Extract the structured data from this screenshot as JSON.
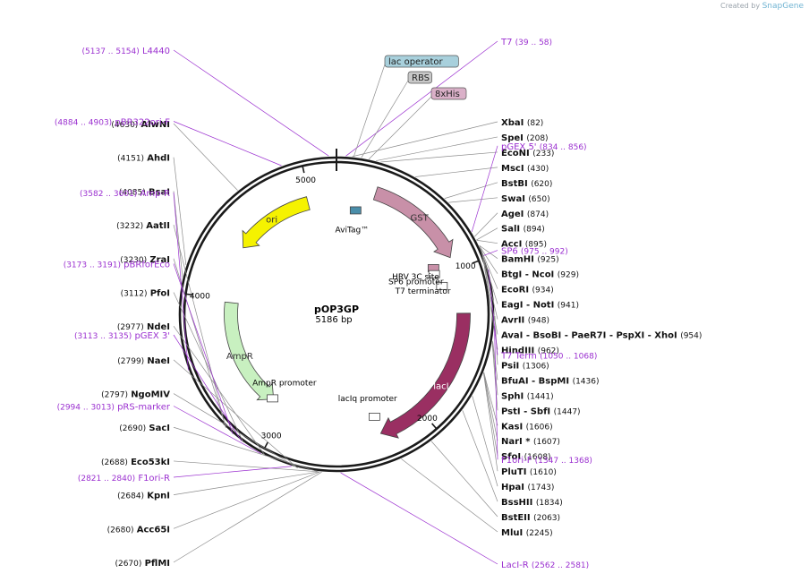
{
  "credit": {
    "prefix": "Created by",
    "brand": "SnapGene"
  },
  "plasmid": {
    "name": "pOP3GP",
    "length": "5186 bp",
    "total_bp": 5186
  },
  "features": [
    {
      "name": "GST",
      "start": 258,
      "end": 915,
      "color": "#c890a8",
      "label_color": "#333333"
    },
    {
      "name": "lacI",
      "start": 1290,
      "end": 2300,
      "color": "#9a2f62",
      "label_color": "#ffffff"
    },
    {
      "name": "ori",
      "start": 4400,
      "end": 4980,
      "color": "#f5f200",
      "label_color": "#333333"
    },
    {
      "name": "AmpR",
      "start": 3120,
      "end": 3980,
      "color": "#c8f0c0",
      "label_color": "#333333"
    }
  ],
  "feature_labels": {
    "avitag": "AviTag™",
    "hrv": "HRV 3C site",
    "sp6_promoter": "SP6 promoter",
    "t7_terminator": "T7 terminator",
    "laciq_promoter": "lacIq promoter",
    "ampr_promoter": "AmpR promoter"
  },
  "ticks": [
    "1000",
    "2000",
    "3000",
    "4000",
    "5000"
  ],
  "enzymes_right": [
    {
      "name": "XbaI",
      "pos": "(82)"
    },
    {
      "name": "SpeI",
      "pos": "(208)"
    },
    {
      "name": "EcoNI",
      "pos": "(233)"
    },
    {
      "name": "MscI",
      "pos": "(430)"
    },
    {
      "name": "BstBI",
      "pos": "(620)"
    },
    {
      "name": "SwaI",
      "pos": "(650)"
    },
    {
      "name": "AgeI",
      "pos": "(874)"
    },
    {
      "name": "SalI",
      "pos": "(894)"
    },
    {
      "name": "AccI",
      "pos": "(895)"
    },
    {
      "name": "BamHI",
      "pos": "(925)"
    },
    {
      "name": "BtgI - NcoI",
      "pos": "(929)"
    },
    {
      "name": "EcoRI",
      "pos": "(934)"
    },
    {
      "name": "EagI - NotI",
      "pos": "(941)"
    },
    {
      "name": "AvrII",
      "pos": "(948)"
    },
    {
      "name": "AvaI - BsoBI - PaeR7I - PspXI - XhoI",
      "pos": "(954)"
    },
    {
      "name": "HindIII",
      "pos": "(962)"
    },
    {
      "name": "PsiI",
      "pos": "(1306)"
    },
    {
      "name": "BfuAI - BspMI",
      "pos": "(1436)"
    },
    {
      "name": "SphI",
      "pos": "(1441)"
    },
    {
      "name": "PstI - SbfI",
      "pos": "(1447)"
    },
    {
      "name": "KasI",
      "pos": "(1606)"
    },
    {
      "name": "NarI *",
      "pos": "(1607)"
    },
    {
      "name": "SfoI",
      "pos": "(1608)"
    },
    {
      "name": "PluTI",
      "pos": "(1610)"
    },
    {
      "name": "HpaI",
      "pos": "(1743)"
    },
    {
      "name": "BssHII",
      "pos": "(1834)"
    },
    {
      "name": "BstEII",
      "pos": "(2063)"
    },
    {
      "name": "MluI",
      "pos": "(2245)"
    }
  ],
  "enzymes_left": [
    {
      "name": "PflMI",
      "pos": "(2670)"
    },
    {
      "name": "Acc65I",
      "pos": "(2680)"
    },
    {
      "name": "KpnI",
      "pos": "(2684)"
    },
    {
      "name": "Eco53kI",
      "pos": "(2688)"
    },
    {
      "name": "SacI",
      "pos": "(2690)"
    },
    {
      "name": "NgoMIV",
      "pos": "(2797)"
    },
    {
      "name": "NaeI",
      "pos": "(2799)"
    },
    {
      "name": "NdeI",
      "pos": "(2977)"
    },
    {
      "name": "PfoI",
      "pos": "(3112)"
    },
    {
      "name": "ZraI",
      "pos": "(3230)"
    },
    {
      "name": "AatII",
      "pos": "(3232)"
    },
    {
      "name": "BsaI",
      "pos": "(4085)"
    },
    {
      "name": "AhdI",
      "pos": "(4151)"
    },
    {
      "name": "AlwNI",
      "pos": "(4630)"
    }
  ],
  "primers": [
    {
      "name": "T7",
      "pos": "(39 .. 58)"
    },
    {
      "name": "pGEX 5'",
      "pos": "(834 .. 856)"
    },
    {
      "name": "SP6",
      "pos": "(975 .. 992)"
    },
    {
      "name": "T7 Term",
      "pos": "(1050 .. 1068)"
    },
    {
      "name": "F1ori-F",
      "pos": "(1347 .. 1368)"
    },
    {
      "name": "LacI-R",
      "pos": "(2562 .. 2581)"
    },
    {
      "name": "F1ori-R",
      "pos": "(2821 .. 2840)"
    },
    {
      "name": "pRS-marker",
      "pos": "(2994 .. 3013)"
    },
    {
      "name": "pGEX 3'",
      "pos": "(3113 .. 3135)"
    },
    {
      "name": "pBRforEco",
      "pos": "(3173 .. 3191)"
    },
    {
      "name": "Amp-R",
      "pos": "(3582 .. 3601)"
    },
    {
      "name": "pBR322ori-F",
      "pos": "(4884 .. 4903)"
    },
    {
      "name": "L4440",
      "pos": "(5137 .. 5154)"
    }
  ],
  "boxed_labels": [
    {
      "name": "lac operator",
      "bg": "#a8d0dc"
    },
    {
      "name": "RBS",
      "bg": "#c8c8c8"
    },
    {
      "name": "8xHis",
      "bg": "#dab0c8"
    }
  ],
  "colors": {
    "primer": "#9b30d0",
    "enzyme_line": "#8c8c8c",
    "backbone": "#1a1a1a"
  }
}
